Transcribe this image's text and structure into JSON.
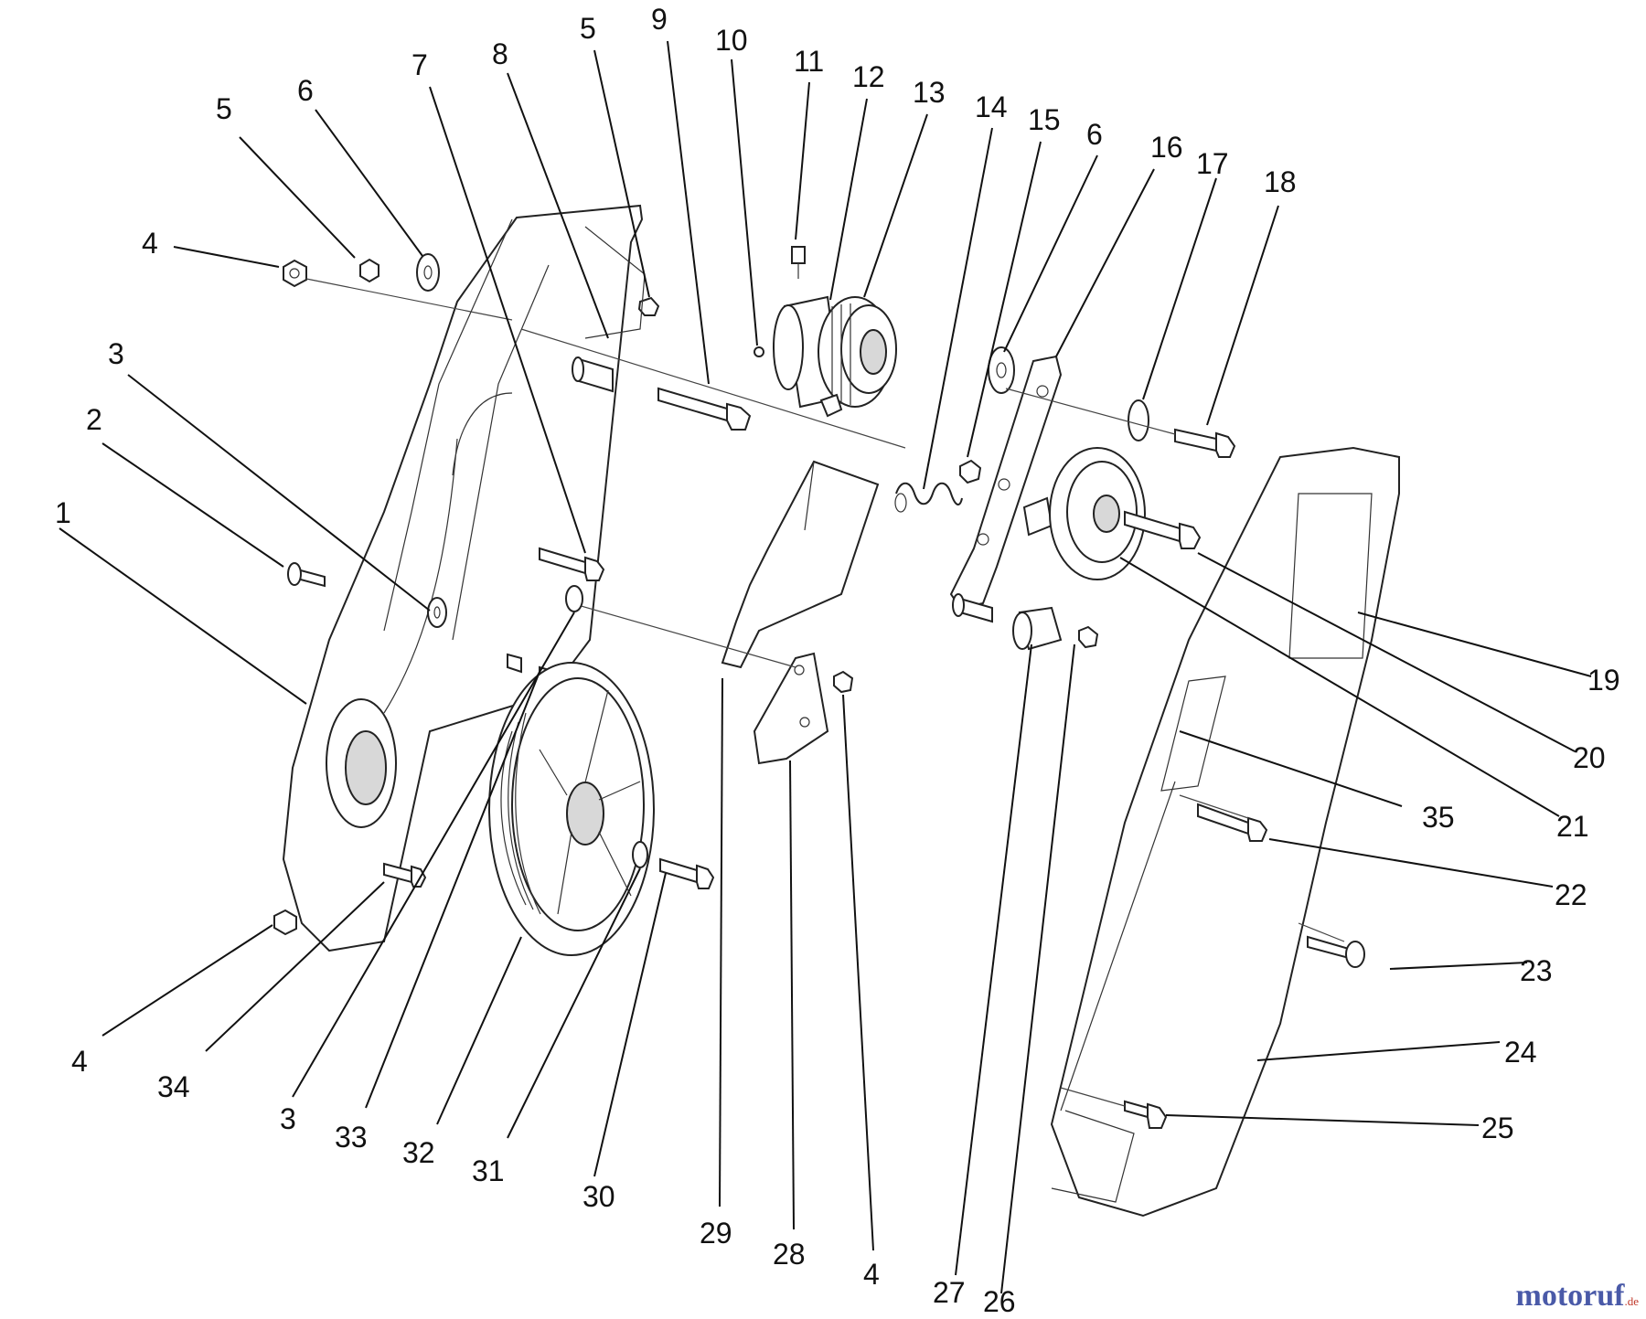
{
  "diagram": {
    "callouts": [
      "1",
      "2",
      "3",
      "3",
      "4",
      "4",
      "4",
      "5",
      "5",
      "6",
      "6",
      "7",
      "8",
      "9",
      "10",
      "11",
      "12",
      "13",
      "14",
      "15",
      "16",
      "17",
      "18",
      "19",
      "20",
      "21",
      "22",
      "23",
      "24",
      "25",
      "26",
      "27",
      "28",
      "29",
      "30",
      "31",
      "32",
      "33",
      "34",
      "35"
    ],
    "watermark": {
      "brand": "motoruf",
      "tld": ".de"
    }
  }
}
